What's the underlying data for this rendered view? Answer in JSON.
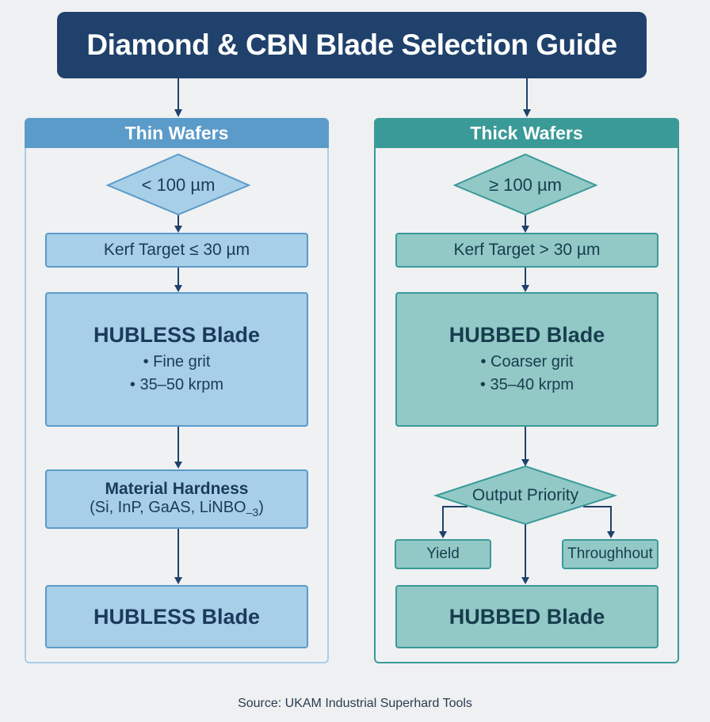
{
  "title": "Diamond & CBN Blade Selection Guide",
  "colors": {
    "title_bg": "#1f416b",
    "thin_accent": "#5b9bc9",
    "thin_fill": "#a8cfe8",
    "thick_accent": "#3a9a98",
    "thick_fill": "#92c9c7",
    "arrow": "#1f416b",
    "background": "#eff0f2"
  },
  "thin": {
    "header": "Thin Wafers",
    "condition": "< 100 µm",
    "kerf": "Kerf Target ≤ 30 µm",
    "blade": {
      "title": "HUBLESS Blade",
      "bullets": [
        "• Fine grit",
        "• 35–50 krpm"
      ]
    },
    "material": {
      "title": "Material Hardness",
      "subtitle_prefix": "(Si, InP, GaAS, LiNBO",
      "subtitle_sub": "–3",
      "subtitle_suffix": ")"
    },
    "result": "HUBLESS Blade"
  },
  "thick": {
    "header": "Thick Wafers",
    "condition": "≥ 100 µm",
    "kerf": "Kerf Target > 30 µm",
    "blade": {
      "title": "HUBBED Blade",
      "bullets": [
        "• Coarser grit",
        "• 35–40 krpm"
      ]
    },
    "priority": "Output Priority",
    "options": [
      "Yield",
      "Throughhout"
    ],
    "result": "HUBBED Blade"
  },
  "source": "Source: UKAM Industrial Superhard Tools"
}
